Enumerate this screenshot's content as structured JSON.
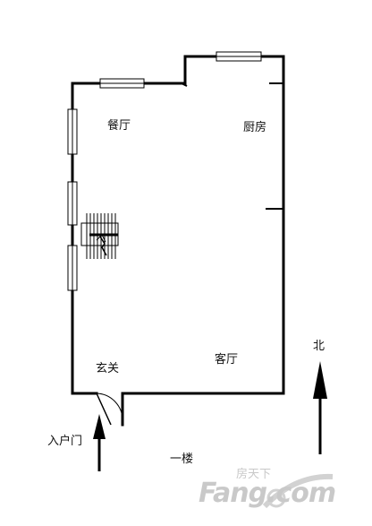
{
  "rooms": {
    "dining": "餐厅",
    "kitchen": "厨房",
    "foyer": "玄关",
    "living": "客厅"
  },
  "entrance_label": "入户门",
  "floor_label": "一楼",
  "north_label": "北",
  "watermark": {
    "brand": "Fang.com",
    "tagline": "房天下"
  },
  "colors": {
    "wall": "#000000",
    "window_fill": "#ffffff",
    "watermark": "#c9c9c9"
  }
}
